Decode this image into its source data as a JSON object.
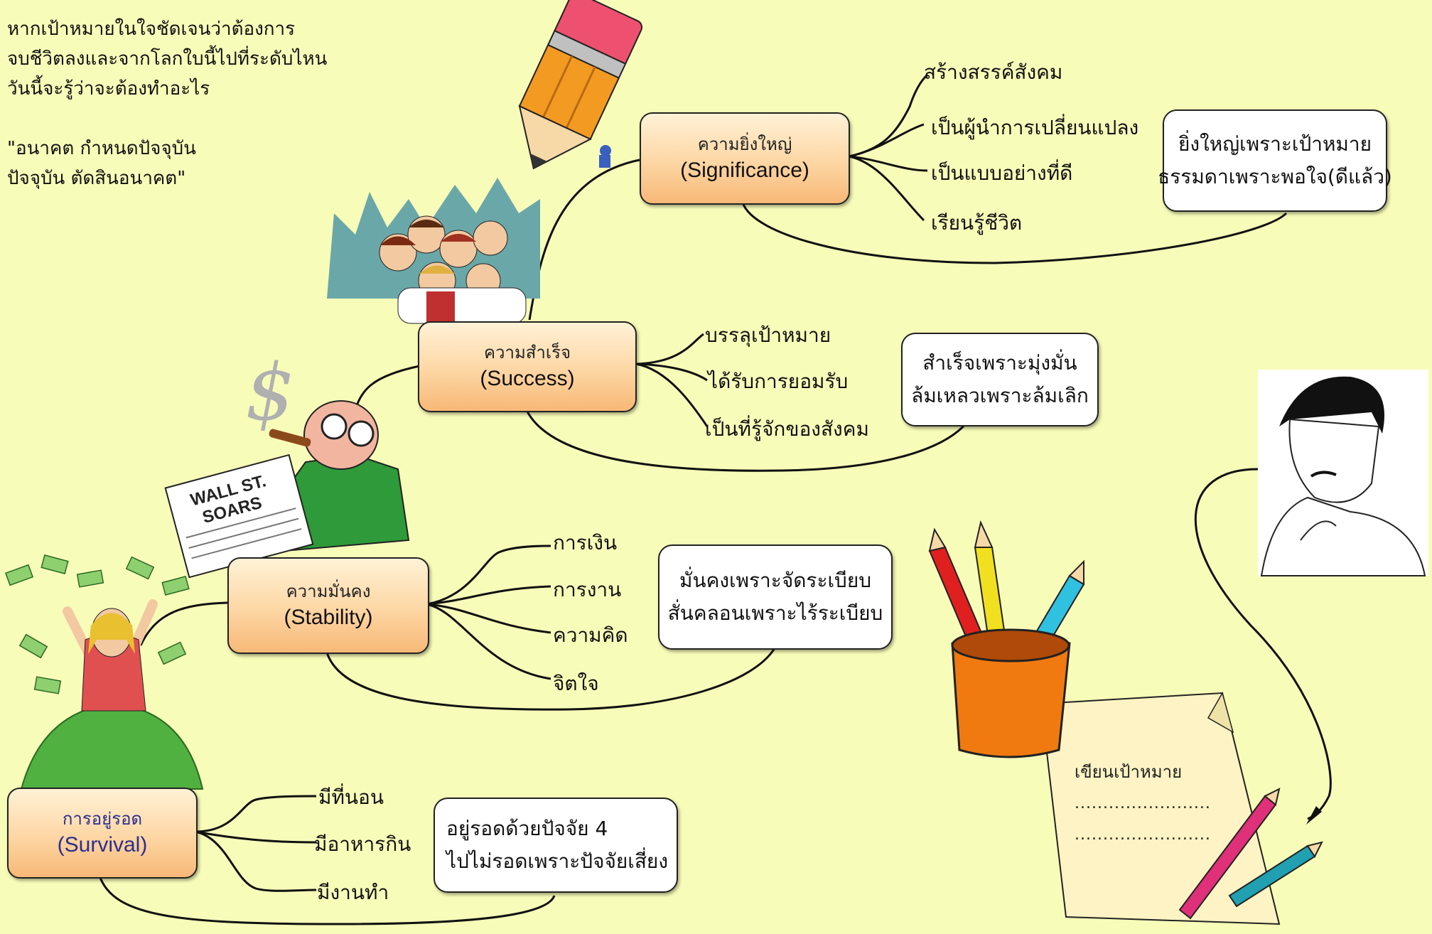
{
  "intro": {
    "lines": [
      "หากเป้าหมายในใจชัดเจนว่าต้องการ",
      "จบชีวิตลงและจากโลกใบนี้ไปที่ระดับไหน",
      "วันนี้จะรู้ว่าจะต้องทำอะไร"
    ],
    "quote_lines": [
      "\"อนาคต กำหนดปัจจุบัน",
      "ปัจจุบัน ตัดสินอนาคต\""
    ]
  },
  "levels": {
    "significance": {
      "thai": "ความยิ่งใหญ่",
      "english": "(Significance)",
      "items": [
        "สร้างสรรค์สังคม",
        "เป็นผู้นำการเปลี่ยนแปลง",
        "เป็นแบบอย่างที่ดี",
        "เรียนรู้ชีวิต"
      ],
      "note": [
        "ยิ่งใหญ่เพราะเป้าหมาย",
        "ธรรมดาเพราะพอใจ(ดีแล้ว)"
      ]
    },
    "success": {
      "thai": "ความสำเร็จ",
      "english": "(Success)",
      "items": [
        "บรรลุเป้าหมาย",
        "ได้รับการยอมรับ",
        "เป็นที่รู้จักของสังคม"
      ],
      "note": [
        "สำเร็จเพราะมุ่งมั่น",
        "ล้มเหลวเพราะล้มเลิก"
      ]
    },
    "stability": {
      "thai": "ความมั่นคง",
      "english": "(Stability)",
      "items": [
        "การเงิน",
        "การงาน",
        "ความคิด",
        "จิตใจ"
      ],
      "note": [
        "มั่นคงเพราะจัดระเบียบ",
        "สั่นคลอนเพราะไร้ระเบียบ"
      ]
    },
    "survival": {
      "thai": "การอยู่รอด",
      "english": "(Survival)",
      "items": [
        "มีที่นอน",
        "มีอาหารกิน",
        "มีงานทำ"
      ],
      "note": [
        "อยู่รอดด้วยปัจจัย 4",
        "ไปไม่รอดเพราะปัจจัยเสี่ยง"
      ]
    }
  },
  "write_goal": {
    "label": "เขียนเป้าหมาย",
    "blank_lines": [
      "........................",
      "........................"
    ]
  },
  "sign_text": [
    "WALL ST.",
    "SOARS"
  ],
  "colors": {
    "background": "#f8fcb9",
    "node_fill": "#fdd6a4",
    "survival_text": "#2b2f8f",
    "pencil_red": "#e02020",
    "pencil_yellow": "#f0e020",
    "pencil_blue": "#30c0e0",
    "cup_orange": "#f07a10",
    "pen_pink": "#e0307a",
    "pen_teal": "#20a0b0",
    "money_green": "#50b040",
    "crowd_teal": "#6aa7a8"
  },
  "icons": [
    "giant-pencil-icon",
    "crowd-icon",
    "businessman-icon",
    "money-woman-icon",
    "thinking-man-icon",
    "pencil-cup-icon",
    "paper-sheet-icon",
    "pens-icon"
  ]
}
